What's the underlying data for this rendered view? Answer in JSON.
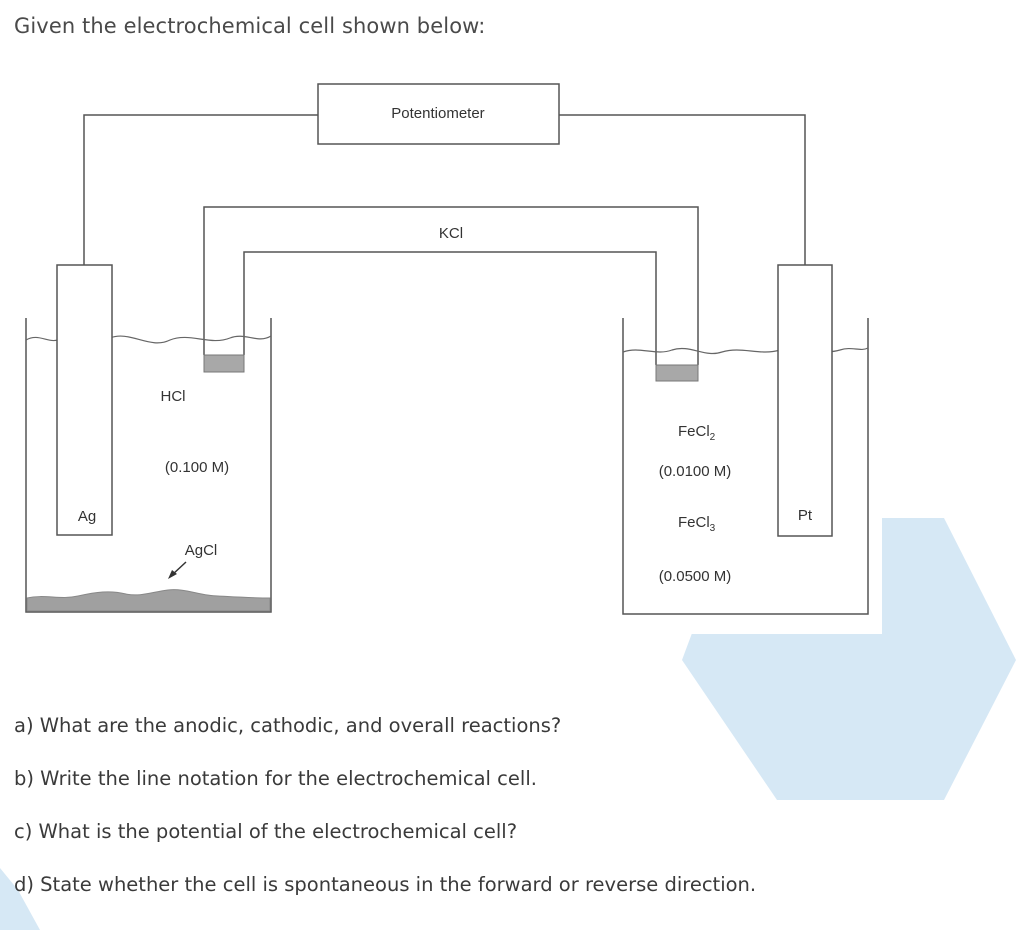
{
  "intro": "Given the electrochemical cell shown below:",
  "diagram": {
    "potentiometer": "Potentiometer",
    "salt_bridge": "KCl",
    "left_solution": "HCl",
    "left_conc": "(0.100 M)",
    "left_electrode": "Ag",
    "precipitate": "AgCl",
    "right_solute_1_base": "FeCl",
    "right_solute_1_sub": "2",
    "right_conc_1": "(0.0100 M)",
    "right_solute_2_base": "FeCl",
    "right_solute_2_sub": "3",
    "right_conc_2": "(0.0500 M)",
    "right_electrode": "Pt"
  },
  "questions": [
    "a) What are the anodic, cathodic, and overall reactions?",
    "b) Write the line notation for the electrochemical cell.",
    "c) What is the potential of the electrochemical cell?",
    "d) State whether the cell is spontaneous in the forward or reverse direction."
  ]
}
